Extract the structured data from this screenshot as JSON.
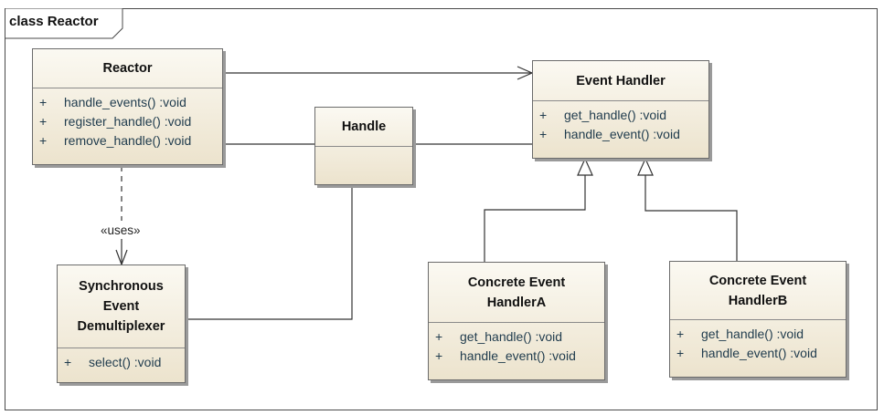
{
  "frame": {
    "label": "class Reactor"
  },
  "classes": {
    "reactor": {
      "name": "Reactor",
      "operations": [
        {
          "visibility": "+",
          "signature": "handle_events()  :void"
        },
        {
          "visibility": "+",
          "signature": "register_handle()  :void"
        },
        {
          "visibility": "+",
          "signature": "remove_handle()  :void"
        }
      ]
    },
    "handle": {
      "name": "Handle"
    },
    "event_handler": {
      "name": "Event Handler",
      "operations": [
        {
          "visibility": "+",
          "signature": "get_handle()  :void"
        },
        {
          "visibility": "+",
          "signature": "handle_event()  :void"
        }
      ]
    },
    "sync_demux": {
      "name_lines": [
        "Synchronous",
        "Event",
        "Demultiplexer"
      ],
      "operations": [
        {
          "visibility": "+",
          "signature": "select()  :void"
        }
      ]
    },
    "concrete_a": {
      "name_lines": [
        "Concrete Event",
        "HandlerA"
      ],
      "operations": [
        {
          "visibility": "+",
          "signature": "get_handle()  :void"
        },
        {
          "visibility": "+",
          "signature": "handle_event()  :void"
        }
      ]
    },
    "concrete_b": {
      "name_lines": [
        "Concrete Event",
        "HandlerB"
      ],
      "operations": [
        {
          "visibility": "+",
          "signature": "get_handle()  :void"
        },
        {
          "visibility": "+",
          "signature": "handle_event()  :void"
        }
      ]
    }
  },
  "relations": {
    "uses_stereotype": "«uses»"
  },
  "colors": {
    "class_fill_top": "#fbf9f2",
    "class_fill_bottom": "#ece3cd",
    "operation_text": "#1f3b4d",
    "line": "#333333"
  }
}
